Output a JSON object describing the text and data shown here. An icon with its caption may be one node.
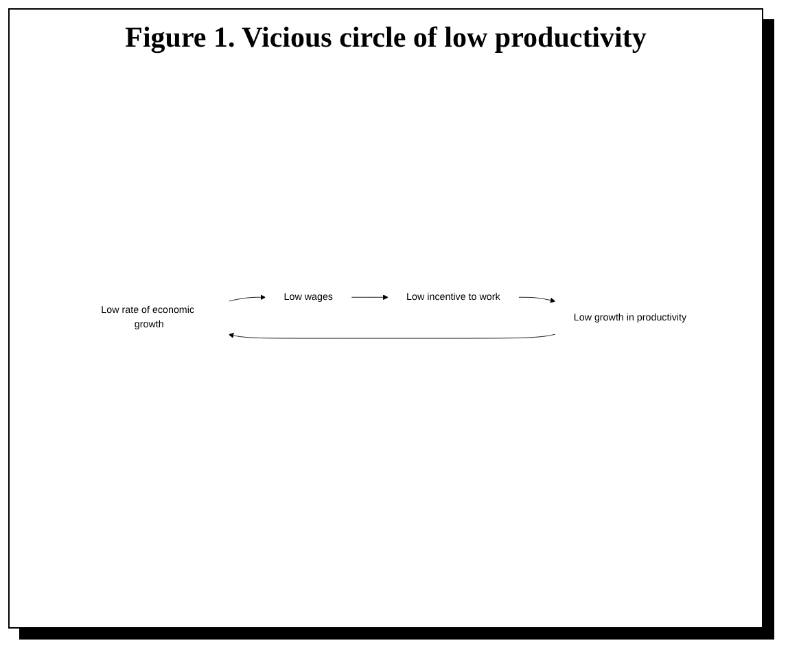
{
  "diagram": {
    "title": "Figure 1. Vicious circle of low productivity",
    "nodes": [
      {
        "text": [
          "Low rate of economic growth"
        ]
      },
      {
        "text": [
          "Low wages"
        ]
      },
      {
        "text": [
          "Low incentive to work"
        ]
      },
      {
        "text": [
          "Low growth in productivity"
        ]
      }
    ],
    "edges": [
      {
        "from": 0,
        "to": 1,
        "arrow": "to"
      },
      {
        "from": 1,
        "to": 2,
        "arrow": "to"
      },
      {
        "from": 2,
        "to": 3,
        "arrow": "to"
      },
      {
        "from": 3,
        "to": 0,
        "arrow": "to"
      }
    ]
  }
}
